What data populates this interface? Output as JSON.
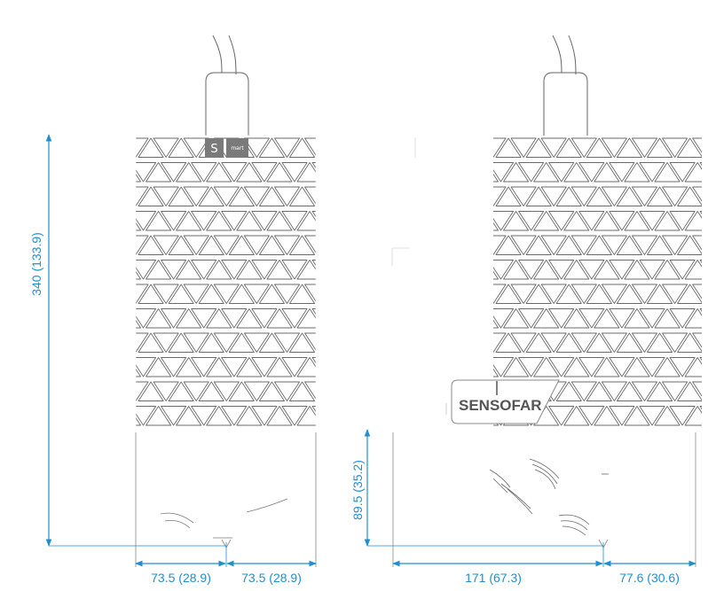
{
  "colors": {
    "dimension": "#1f8fd0",
    "outline": "#666666",
    "badge": "#7a7a7a"
  },
  "front_view": {
    "badge_left": "S",
    "badge_right": "mart",
    "height_label": "340 (133.9)",
    "left_width_label": "73.5 (28.9)",
    "right_width_label": "73.5 (28.9)"
  },
  "side_view": {
    "logo": "SENSOFAR",
    "height_label": "89.5 (35.2)",
    "left_width_label": "171 (67.3)",
    "right_width_label": "77.6 (30.6)"
  }
}
